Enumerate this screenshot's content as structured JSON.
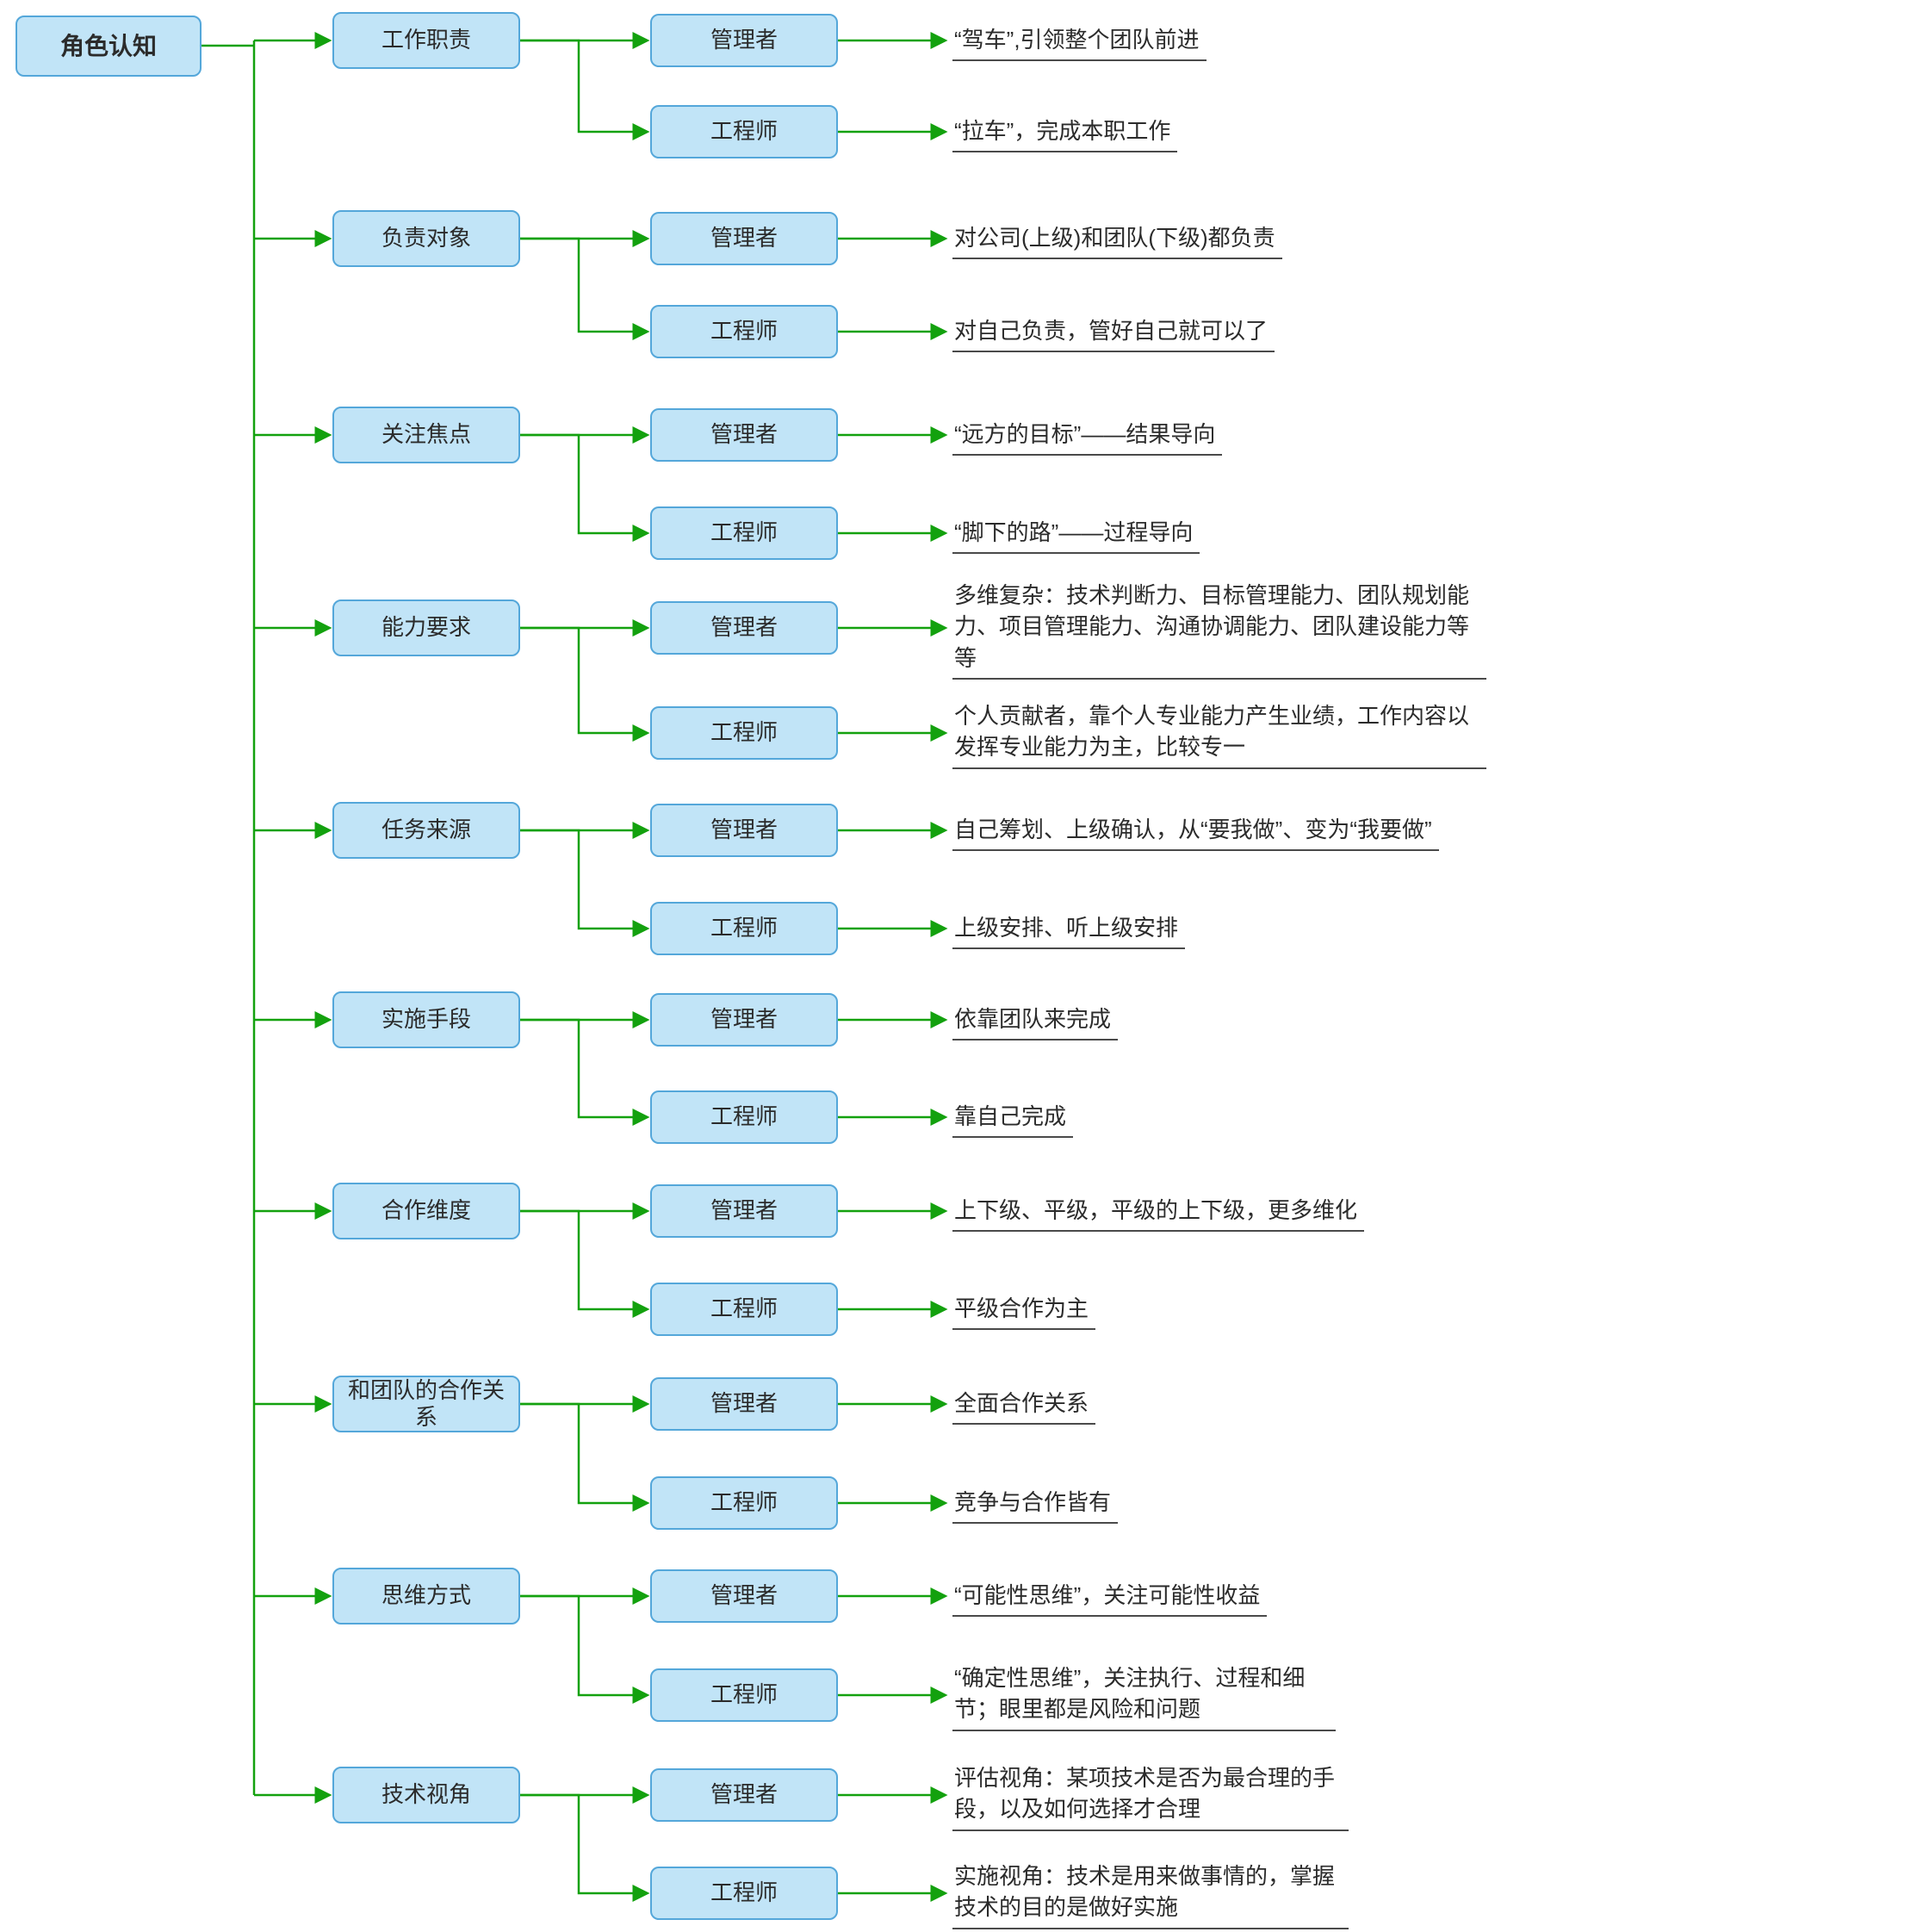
{
  "root": {
    "label": "角色认知"
  },
  "colors": {
    "node_fill": "#C1E4F7",
    "node_border": "#54A7DA",
    "connector_green": "#13A10E",
    "text": "#2B2B2B",
    "leaf_underline": "#4A4A4A"
  },
  "branches": [
    {
      "label": "工作职责",
      "children": [
        {
          "role": "管理者",
          "desc": "“驾车”,引领整个团队前进"
        },
        {
          "role": "工程师",
          "desc": "“拉车”，完成本职工作"
        }
      ]
    },
    {
      "label": "负责对象",
      "children": [
        {
          "role": "管理者",
          "desc": "对公司(上级)和团队(下级)都负责"
        },
        {
          "role": "工程师",
          "desc": "对自己负责，管好自己就可以了"
        }
      ]
    },
    {
      "label": "关注焦点",
      "children": [
        {
          "role": "管理者",
          "desc": "“远方的目标”——结果导向"
        },
        {
          "role": "工程师",
          "desc": "“脚下的路”——过程导向"
        }
      ]
    },
    {
      "label": "能力要求",
      "children": [
        {
          "role": "管理者",
          "desc": "多维复杂：技术判断力、目标管理能力、团队规划能力、项目管理能力、沟通协调能力、团队建设能力等等"
        },
        {
          "role": "工程师",
          "desc": "个人贡献者，靠个人专业能力产生业绩，工作内容以发挥专业能力为主，比较专一"
        }
      ]
    },
    {
      "label": "任务来源",
      "children": [
        {
          "role": "管理者",
          "desc": "自己筹划、上级确认，从“要我做”、变为“我要做”"
        },
        {
          "role": "工程师",
          "desc": "上级安排、听上级安排"
        }
      ]
    },
    {
      "label": "实施手段",
      "children": [
        {
          "role": "管理者",
          "desc": "依靠团队来完成"
        },
        {
          "role": "工程师",
          "desc": "靠自己完成"
        }
      ]
    },
    {
      "label": "合作维度",
      "children": [
        {
          "role": "管理者",
          "desc": "上下级、平级，平级的上下级，更多维化"
        },
        {
          "role": "工程师",
          "desc": "平级合作为主"
        }
      ]
    },
    {
      "label": "和团队的合作关系",
      "children": [
        {
          "role": "管理者",
          "desc": "全面合作关系"
        },
        {
          "role": "工程师",
          "desc": "竞争与合作皆有"
        }
      ]
    },
    {
      "label": "思维方式",
      "children": [
        {
          "role": "管理者",
          "desc": "“可能性思维”，关注可能性收益"
        },
        {
          "role": "工程师",
          "desc": "“确定性思维”，关注执行、过程和细节；眼里都是风险和问题"
        }
      ]
    },
    {
      "label": "技术视角",
      "children": [
        {
          "role": "管理者",
          "desc": "评估视角：某项技术是否为最合理的手段，以及如何选择才合理"
        },
        {
          "role": "工程师",
          "desc": "实施视角：技术是用来做事情的，掌握技术的目的是做好实施"
        }
      ]
    }
  ]
}
